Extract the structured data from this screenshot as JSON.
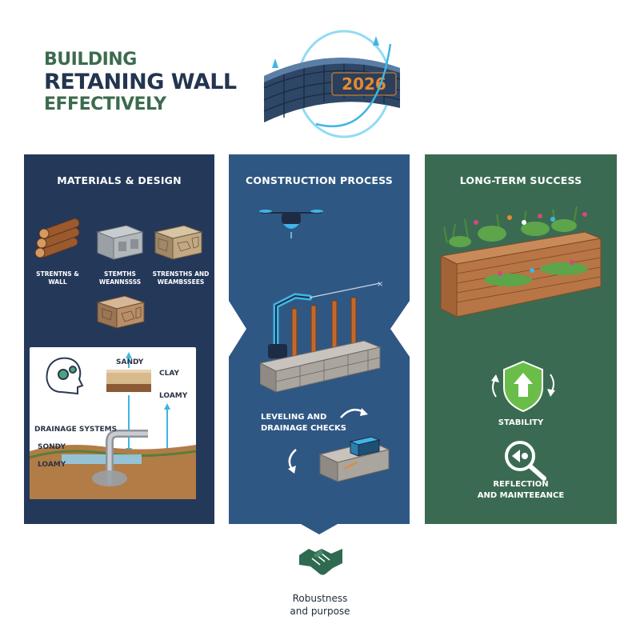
{
  "header": {
    "title_line1": "BUILDING",
    "title_line2": "RETANING WALL",
    "title_line3": "EFFECTIVELY",
    "badge_year": "2026"
  },
  "panels": {
    "materials": {
      "title": "MATERIALS & DESIGN",
      "items": [
        {
          "label": "STRENTNS &\nWALL",
          "icon": "timber-logs-icon"
        },
        {
          "label": "STEMTHS\nWEANNSSSS",
          "icon": "concrete-block-icon"
        },
        {
          "label": "STRENSTHS AND\nWEAMBSSEES",
          "icon": "stone-block-icon"
        }
      ],
      "inset": {
        "sandy_top": "SANDY",
        "clay": "CLAY",
        "loamy_top": "LOAMY",
        "drainage": "DRAINAGE SYSTEMS",
        "sandy_bottom": "SONDY",
        "loamy_bottom": "LOAMY"
      }
    },
    "construction": {
      "title": "CONSTRUCTION PROCESS",
      "step_label": "LEVELING AND\nDRAINAGE CHECKS"
    },
    "long_term": {
      "title": "LONG-TERM SUCCESS",
      "stability": "STABILITY",
      "reflection": "REFLECTION\nAND MAINTEEANCE"
    }
  },
  "footer": {
    "text": "Robustness\nand purpose",
    "icon": "handshake-icon"
  },
  "colors": {
    "navy": "#24385a",
    "blue": "#2f5784",
    "green": "#3a6b52",
    "accent_cyan": "#3fb5e6",
    "accent_orange": "#e8892e",
    "footer_green": "#2f6a50"
  }
}
